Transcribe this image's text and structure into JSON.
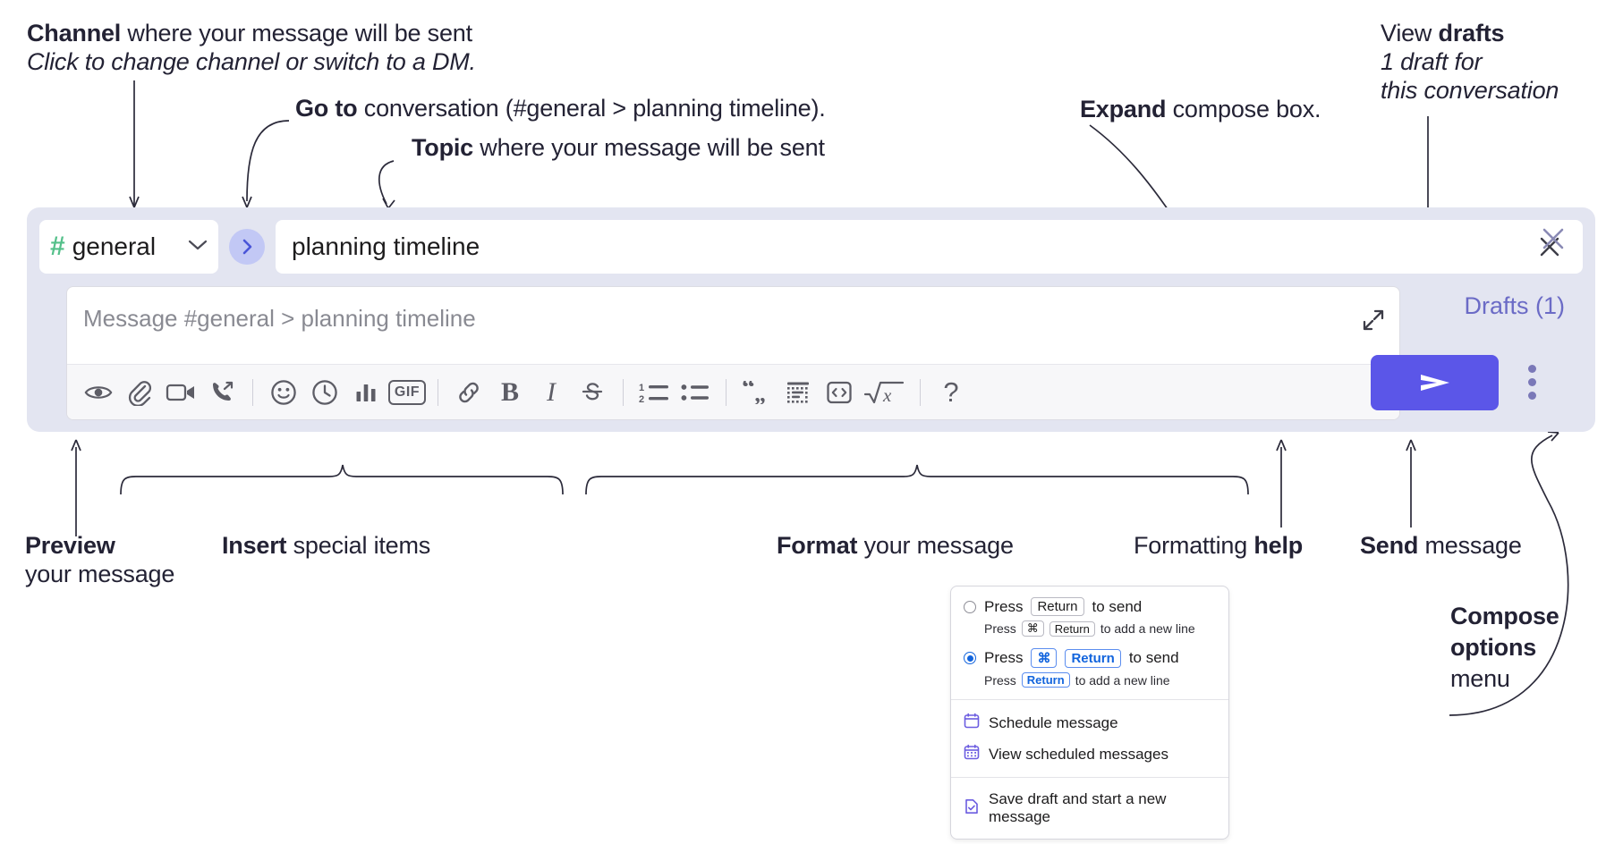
{
  "annotations": {
    "channel": {
      "bold": "Channel",
      "rest": " where your message will be sent",
      "sub": "Click to change channel or switch to a DM."
    },
    "goto": {
      "bold": "Go to",
      "rest": " conversation (#general > planning timeline)."
    },
    "topic": {
      "bold": "Topic",
      "rest": " where your message will be sent"
    },
    "expand": {
      "bold": "Expand",
      "rest": " compose box."
    },
    "drafts": {
      "lead": "View ",
      "bold": "drafts",
      "sub1": "1 draft for",
      "sub2": "this conversation"
    },
    "preview": {
      "bold": "Preview",
      "sub": "your message"
    },
    "insert": {
      "bold": "Insert",
      "rest": " special items"
    },
    "format": {
      "bold": "Format",
      "rest": " your message"
    },
    "help": {
      "lead": "Formatting ",
      "bold": "help"
    },
    "send": {
      "bold": "Send",
      "rest": " message"
    },
    "compose_options": {
      "bold1": "Compose",
      "bold2": "options",
      "rest": "menu"
    }
  },
  "compose": {
    "channel": {
      "hash": "#",
      "name": "general",
      "chevron": "chevron-down"
    },
    "goto_label": "go-to-conversation",
    "topic": {
      "value": "planning timeline",
      "clear_label": "clear-topic"
    },
    "message": {
      "placeholder": "Message #general > planning timeline"
    },
    "drafts_label": "Drafts (1)",
    "send_label": "send",
    "close_label": "close-compose",
    "accent_color": "#5b56e8",
    "panel_color": "#e3e5f1",
    "hash_color": "#54c08a",
    "drafts_color": "#6b6bc6",
    "toolbar": [
      {
        "name": "preview-icon",
        "kind": "svg",
        "glyph": "eye"
      },
      {
        "name": "attach-icon",
        "kind": "svg",
        "glyph": "paperclip"
      },
      {
        "name": "video-icon",
        "kind": "svg",
        "glyph": "video"
      },
      {
        "name": "huddle-icon",
        "kind": "svg",
        "glyph": "phone-outgoing"
      },
      {
        "name": "toolbar-divider",
        "kind": "sep",
        "glyph": ""
      },
      {
        "name": "emoji-icon",
        "kind": "svg",
        "glyph": "smiley"
      },
      {
        "name": "schedule-icon",
        "kind": "svg",
        "glyph": "clock"
      },
      {
        "name": "poll-icon",
        "kind": "svg",
        "glyph": "bar-chart"
      },
      {
        "name": "gif-icon",
        "kind": "gif",
        "glyph": "GIF"
      },
      {
        "name": "toolbar-divider",
        "kind": "sep",
        "glyph": ""
      },
      {
        "name": "link-icon",
        "kind": "svg",
        "glyph": "link"
      },
      {
        "name": "bold-icon",
        "kind": "bold",
        "glyph": "B"
      },
      {
        "name": "italic-icon",
        "kind": "ital",
        "glyph": "I"
      },
      {
        "name": "strikethrough-icon",
        "kind": "svg",
        "glyph": "strikethrough"
      },
      {
        "name": "toolbar-divider",
        "kind": "sep",
        "glyph": ""
      },
      {
        "name": "ordered-list-icon",
        "kind": "svg",
        "glyph": "ordered-list"
      },
      {
        "name": "bulleted-list-icon",
        "kind": "svg",
        "glyph": "bulleted-list"
      },
      {
        "name": "toolbar-divider",
        "kind": "sep",
        "glyph": ""
      },
      {
        "name": "blockquote-icon",
        "kind": "svg",
        "glyph": "quote"
      },
      {
        "name": "code-block-icon",
        "kind": "svg",
        "glyph": "code-block"
      },
      {
        "name": "inline-code-icon",
        "kind": "svg",
        "glyph": "inline-code"
      },
      {
        "name": "math-icon",
        "kind": "svg",
        "glyph": "sqrt-x"
      },
      {
        "name": "toolbar-divider",
        "kind": "sep",
        "glyph": ""
      },
      {
        "name": "formatting-help-icon",
        "kind": "q",
        "glyph": "?"
      }
    ]
  },
  "options_menu": {
    "radio_options": [
      {
        "selected": false,
        "press": "Press",
        "keys": [
          "Return"
        ],
        "tail": "to send",
        "sub_press": "Press",
        "sub_keys": [
          "⌘",
          "Return"
        ],
        "sub_tail": "to add a new line"
      },
      {
        "selected": true,
        "press": "Press",
        "keys": [
          "⌘",
          "Return"
        ],
        "tail": "to send",
        "sub_press": "Press",
        "sub_keys": [
          "Return"
        ],
        "sub_tail": "to add a new line"
      }
    ],
    "items": [
      {
        "icon": "calendar-icon",
        "label": "Schedule message"
      },
      {
        "icon": "calendar-grid-icon",
        "label": "View scheduled messages"
      },
      {
        "icon": "save-draft-icon",
        "label": "Save draft and start a new message"
      }
    ]
  }
}
